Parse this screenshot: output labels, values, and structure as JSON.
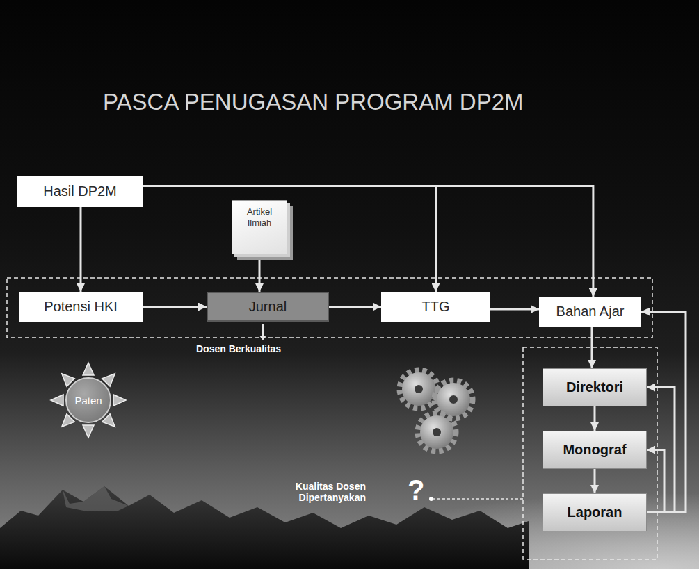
{
  "diagram": {
    "title": "PASCA PENUGASAN PROGRAM DP2M",
    "nodes": [
      {
        "text": [
          "Hasil DP2M"
        ]
      },
      {
        "text": [
          "Artikel Ilmiah"
        ]
      },
      {
        "text": [
          "Potensi HKI"
        ]
      },
      {
        "text": [
          "Jurnal"
        ]
      },
      {
        "text": [
          "TTG"
        ]
      },
      {
        "text": [
          "Bahan Ajar"
        ]
      },
      {
        "text": [
          "Paten"
        ]
      },
      {
        "text": [
          "Direktori"
        ]
      },
      {
        "text": [
          "Monograf"
        ]
      },
      {
        "text": [
          "Laporan"
        ]
      }
    ],
    "edges": [
      {
        "from": 0,
        "to": 2,
        "arrow": "to"
      },
      {
        "from": 0,
        "to": 4,
        "arrow": "to"
      },
      {
        "from": 0,
        "to": 5,
        "arrow": "to"
      },
      {
        "from": 1,
        "to": 3,
        "arrow": "to"
      },
      {
        "from": 2,
        "to": 3,
        "arrow": "to"
      },
      {
        "from": 3,
        "to": 4,
        "arrow": "to"
      },
      {
        "from": 4,
        "to": 5,
        "arrow": "to"
      },
      {
        "from": 5,
        "to": 7,
        "arrow": "to"
      },
      {
        "from": 7,
        "to": 8,
        "arrow": "to"
      },
      {
        "from": 8,
        "to": 9,
        "arrow": "to"
      },
      {
        "from": 9,
        "to": 5,
        "arrow": "to"
      },
      {
        "from": 9,
        "to": 7,
        "arrow": "to"
      },
      {
        "from": 9,
        "to": 8,
        "arrow": "to"
      }
    ],
    "labels": [
      "Dosen Berkualitas",
      "Kualitas Dosen Dipertanyakan",
      "?"
    ]
  }
}
